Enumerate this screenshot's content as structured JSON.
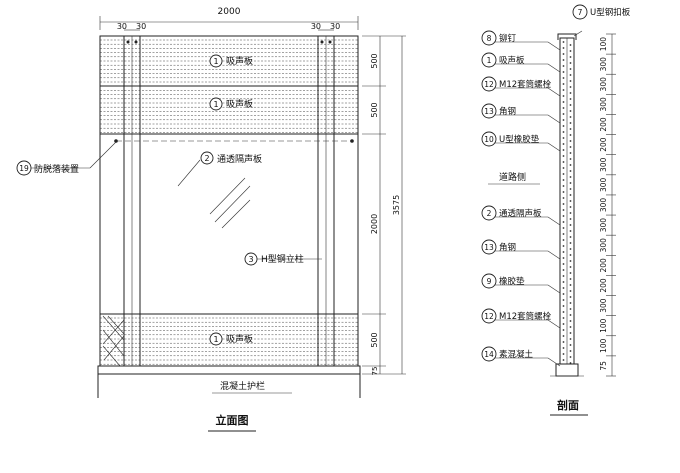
{
  "elevation": {
    "width_label": "2000",
    "post_width_left_a": "30",
    "post_width_left_b": "30",
    "post_width_right_a": "30",
    "post_width_right_b": "30",
    "total_height": "3575",
    "dims": [
      "500",
      "500",
      "2000",
      "500",
      "75"
    ],
    "callouts": {
      "absorb_1": {
        "num": "1",
        "text": "吸声板"
      },
      "absorb_2": {
        "num": "1",
        "text": "吸声板"
      },
      "transparent": {
        "num": "2",
        "text": "通透隔声板"
      },
      "hpost": {
        "num": "3",
        "text": "H型钢立柱"
      },
      "absorb_3": {
        "num": "1",
        "text": "吸声板"
      },
      "antifall": {
        "num": "19",
        "text": "防脱落装置"
      }
    },
    "base_label": "混凝土护栏",
    "title": "立面图"
  },
  "section": {
    "callouts": [
      {
        "num": "7",
        "text": "U型钢扣板"
      },
      {
        "num": "8",
        "text": "铆钉"
      },
      {
        "num": "1",
        "text": "吸声板"
      },
      {
        "num": "12",
        "text": "M12套筒螺栓"
      },
      {
        "num": "13",
        "text": "角钢"
      },
      {
        "num": "10",
        "text": "U型橡胶垫"
      },
      {
        "num": "2",
        "text": "通透隔声板"
      },
      {
        "num": "13",
        "text": "角钢"
      },
      {
        "num": "9",
        "text": "橡胶垫"
      },
      {
        "num": "12",
        "text": "M12套筒螺栓"
      },
      {
        "num": "14",
        "text": "素混凝土"
      }
    ],
    "road_side": "道路侧",
    "dims": [
      "100",
      "300",
      "300",
      "300",
      "200",
      "200",
      "300",
      "300",
      "300",
      "300",
      "300",
      "200",
      "200",
      "300",
      "100",
      "100",
      "75"
    ],
    "title": "剖面"
  }
}
